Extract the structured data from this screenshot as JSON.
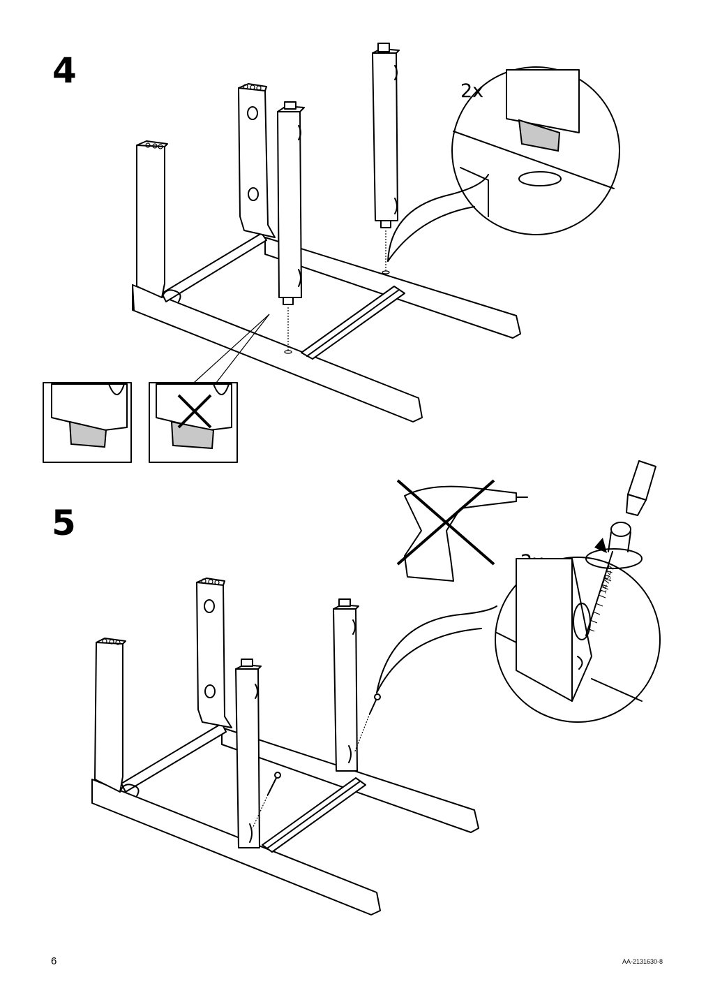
{
  "steps": [
    {
      "number": "4",
      "quantity": "2x"
    },
    {
      "number": "5",
      "quantity": "2x"
    }
  ],
  "part_number": "147947",
  "footer": {
    "page_number": "6",
    "document_code": "AA-2131630-8"
  },
  "icons": [
    "leg-alignment-detail",
    "wrong-way-cross-icon",
    "no-power-drill-icon",
    "allen-key-icon",
    "rotate-clockwise-icon"
  ]
}
